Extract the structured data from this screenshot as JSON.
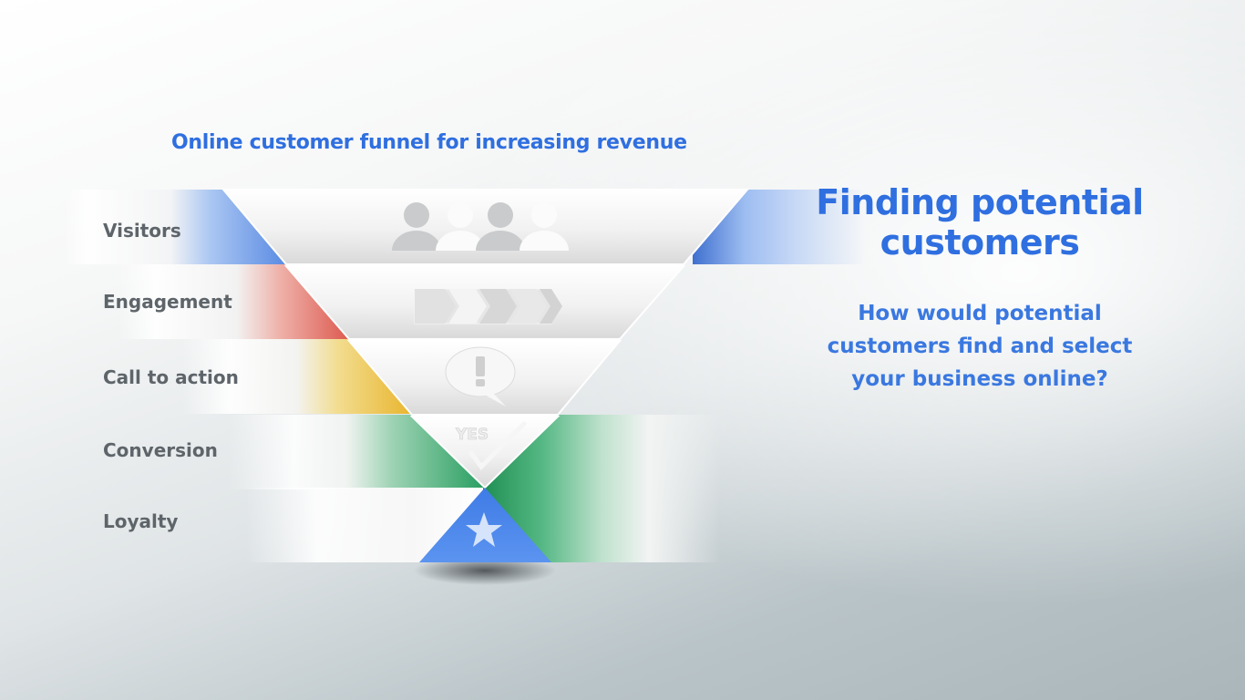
{
  "slide": {
    "title": "Online customer funnel for increasing revenue",
    "heading": "Finding potential customers",
    "subheading": "How would potential customers find and select your business online?"
  },
  "funnel": {
    "stages": [
      {
        "label": "Visitors",
        "color": "#4a7fe0",
        "icon": "people-icon"
      },
      {
        "label": "Engagement",
        "color": "#d9463b",
        "icon": "chevron-arrows-icon"
      },
      {
        "label": "Call to action",
        "color": "#f2b829",
        "icon": "exclamation-speech-bubble-icon"
      },
      {
        "label": "Conversion",
        "color": "#1f9a5a",
        "icon": "yes-checkmark-icon",
        "icon_text": "YES"
      },
      {
        "label": "Loyalty",
        "color": "#4a86e8",
        "icon": "star-icon"
      }
    ],
    "active_stage": "Visitors"
  },
  "colors": {
    "title_blue": "#2f6fe0",
    "label_gray": "#5e656a"
  }
}
